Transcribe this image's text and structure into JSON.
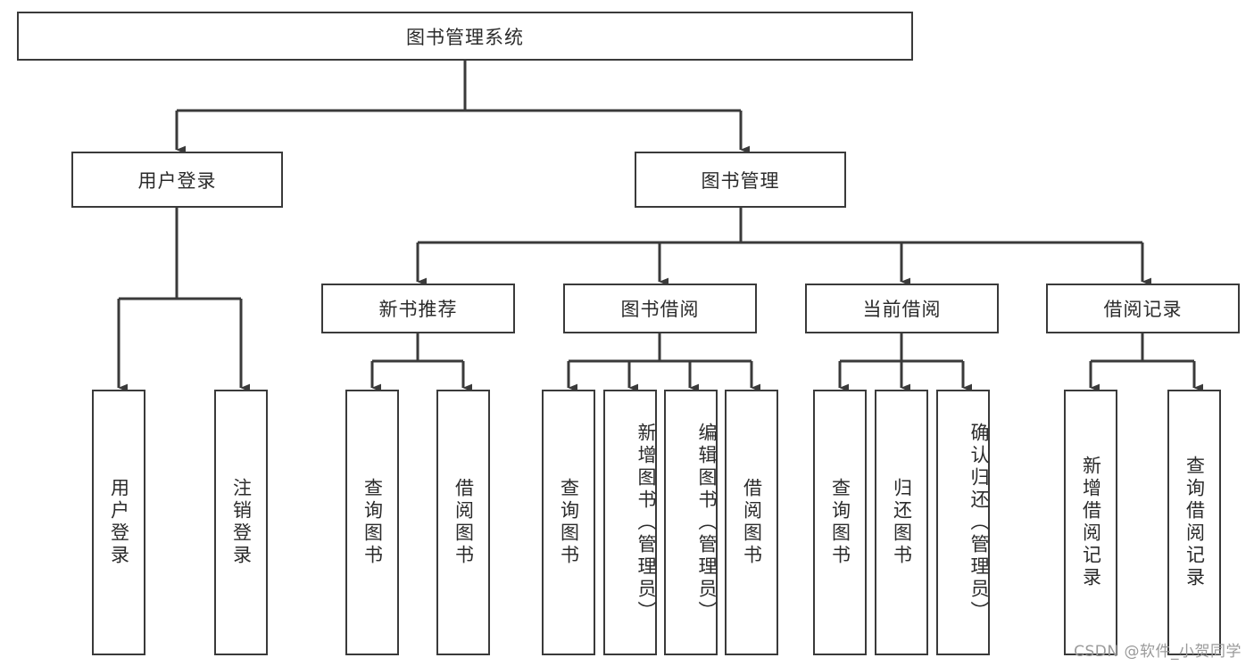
{
  "diagram": {
    "title": "图书管理系统",
    "stroke_color": "#3a3a3a",
    "text_color": "#2b2b2b",
    "background": "#ffffff",
    "watermark": "CSDN @软件_小贺同学",
    "root": {
      "label": "图书管理系统"
    },
    "level2": [
      {
        "label": "用户登录"
      },
      {
        "label": "图书管理"
      }
    ],
    "level3": [
      {
        "label": "新书推荐",
        "parent": "图书管理"
      },
      {
        "label": "图书借阅",
        "parent": "图书管理"
      },
      {
        "label": "当前借阅",
        "parent": "图书管理"
      },
      {
        "label": "借阅记录",
        "parent": "图书管理"
      }
    ],
    "leaves": [
      {
        "label": "用户登录",
        "parent": "用户登录"
      },
      {
        "label": "注销登录",
        "parent": "用户登录"
      },
      {
        "label": "查询图书",
        "parent": "新书推荐"
      },
      {
        "label": "借阅图书",
        "parent": "新书推荐"
      },
      {
        "label": "查询图书",
        "parent": "图书借阅"
      },
      {
        "label": "新增图书（管理员）",
        "parent": "图书借阅"
      },
      {
        "label": "编辑图书（管理员）",
        "parent": "图书借阅"
      },
      {
        "label": "借阅图书",
        "parent": "图书借阅"
      },
      {
        "label": "查询图书",
        "parent": "当前借阅"
      },
      {
        "label": "归还图书",
        "parent": "当前借阅"
      },
      {
        "label": "确认归还（管理员）",
        "parent": "当前借阅"
      },
      {
        "label": "新增借阅记录",
        "parent": "借阅记录"
      },
      {
        "label": "查询借阅记录",
        "parent": "借阅记录"
      }
    ]
  }
}
